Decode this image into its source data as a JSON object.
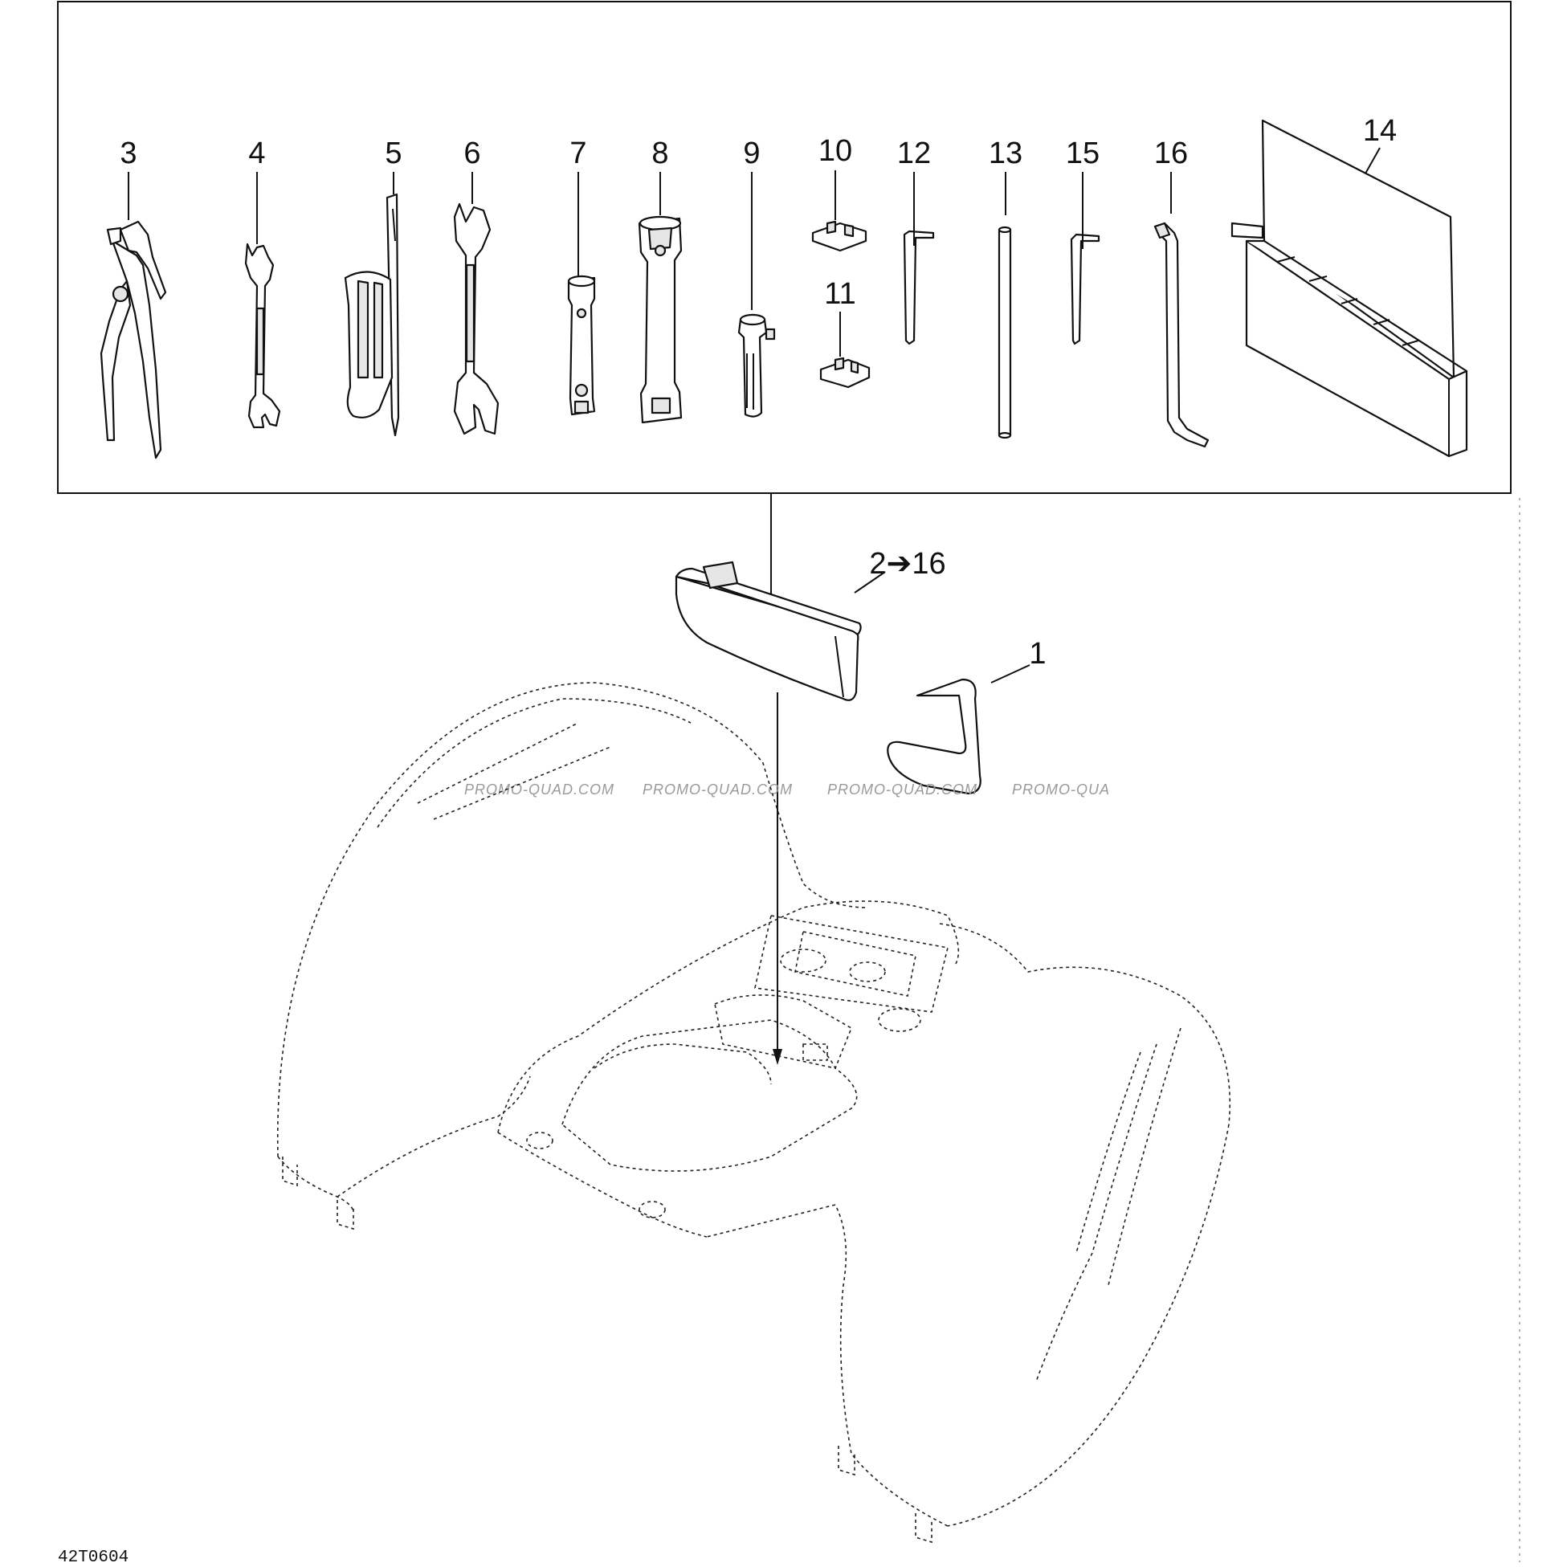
{
  "callouts": {
    "c1": "1",
    "c2": "2➔16",
    "c3": "3",
    "c4": "4",
    "c5": "5",
    "c6": "6",
    "c7": "7",
    "c8": "8",
    "c9": "9",
    "c10": "10",
    "c11": "11",
    "c12": "12",
    "c13": "13",
    "c14": "14",
    "c15": "15",
    "c16": "16"
  },
  "watermarks": [
    "PROMO-QUAD.COM",
    "PROMO-QUAD.COM",
    "PROMO-QUAD.COM",
    "PROMO-QUA"
  ],
  "figure_code": "42T0604",
  "icons": {
    "pliers": "pliers-icon",
    "wrench": "open-end-wrench-icon",
    "screwdriver": "screwdriver-icon",
    "socket": "tube-socket-wrench-icon",
    "fuse": "blade-fuse-icon",
    "hex_key": "hex-key-icon",
    "rod": "rod-icon",
    "pouch": "tool-pouch-icon",
    "hook": "hook-tool-icon",
    "tool_bag": "tool-bag-icon",
    "strap": "strap-icon",
    "fender": "rear-fender-outline"
  }
}
